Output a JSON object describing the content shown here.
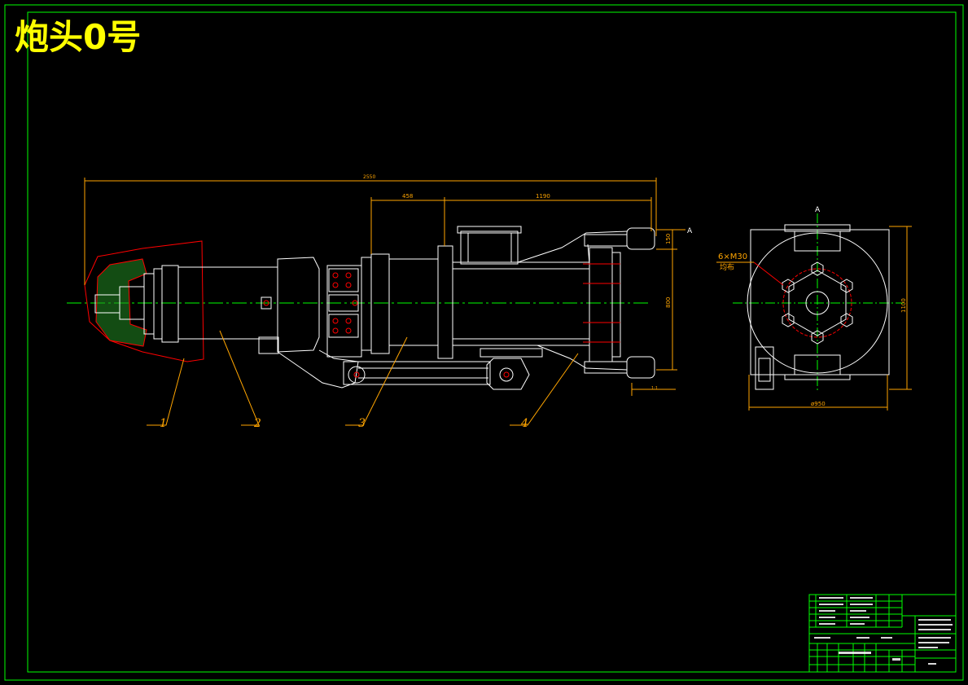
{
  "drawing": {
    "title": "炮头0号",
    "colors": {
      "background": "#000000",
      "frame": "#00ff00",
      "outline": "#ffffff",
      "dimension": "#ffa500",
      "centerline": "#00ff00",
      "section": "#ff0000",
      "hatch": "#00ff00",
      "title": "#ffff00"
    }
  },
  "dimensions": {
    "overall_length": "2550",
    "segment_a": "458",
    "segment_b": "1190",
    "vertical_small": "150",
    "vertical_large": "800",
    "side_height": "1100",
    "side_diameter": "ø950",
    "bolt_note": "6×M30",
    "bolt_note_sub": "均布",
    "section_mark_top": "A",
    "section_mark_side": "A",
    "scale_note": "1:1"
  },
  "callouts": [
    "1",
    "2",
    "3",
    "4"
  ],
  "title_block": {
    "right_line_1": "",
    "right_line_2": ""
  }
}
